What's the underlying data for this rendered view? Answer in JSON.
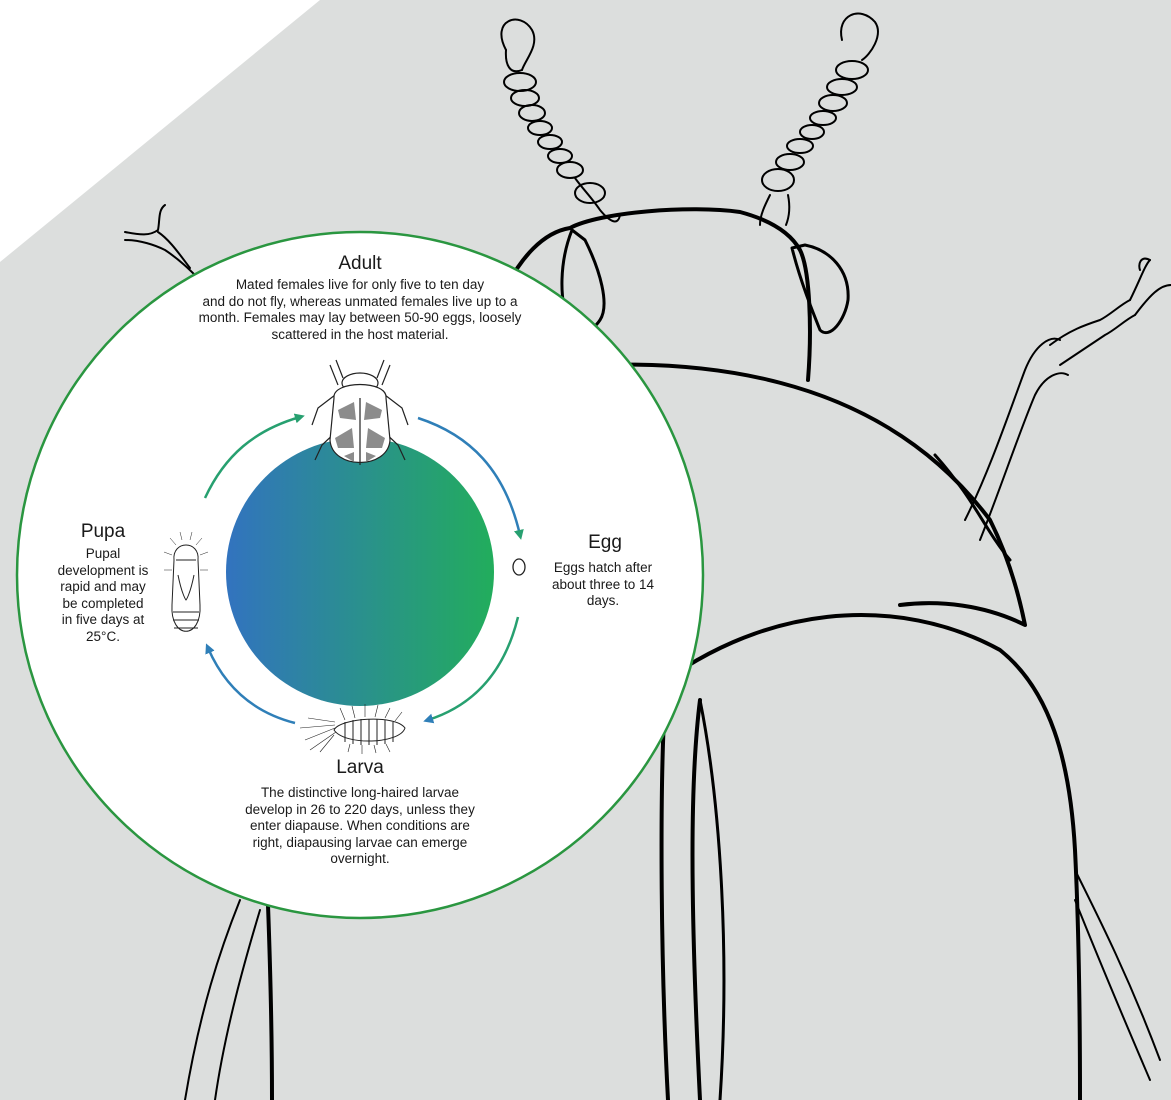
{
  "colors": {
    "background_panel": "#dcdedd",
    "circle_border": "#2a9640",
    "gradient_start": "#3273bf",
    "gradient_end": "#22ad5c",
    "arrow_green": "#27a070",
    "arrow_blue": "#2f7fb8"
  },
  "stages": {
    "adult": {
      "title": "Adult",
      "description": "Mated females live for only five to ten day\nand do not fly, whereas unmated females live up to a\nmonth.  Females may lay between 50-90 eggs, loosely\nscattered in the host material."
    },
    "egg": {
      "title": "Egg",
      "description": "Eggs hatch after\nabout three to 14\ndays."
    },
    "larva": {
      "title": "Larva",
      "description": "The distinctive long-haired larvae\ndevelop in 26 to 220 days, unless they\nenter diapause. When conditions are\nright, diapausing larvae can emerge\novernight."
    },
    "pupa": {
      "title": "Pupa",
      "description": "Pupal\ndevelopment is\nrapid and may\nbe completed\nin five days at\n25°C."
    }
  },
  "icons": {
    "background": "beetle-outline-icon",
    "adult": "adult-beetle-icon",
    "egg": "egg-icon",
    "larva": "larva-icon",
    "pupa": "pupa-icon"
  }
}
